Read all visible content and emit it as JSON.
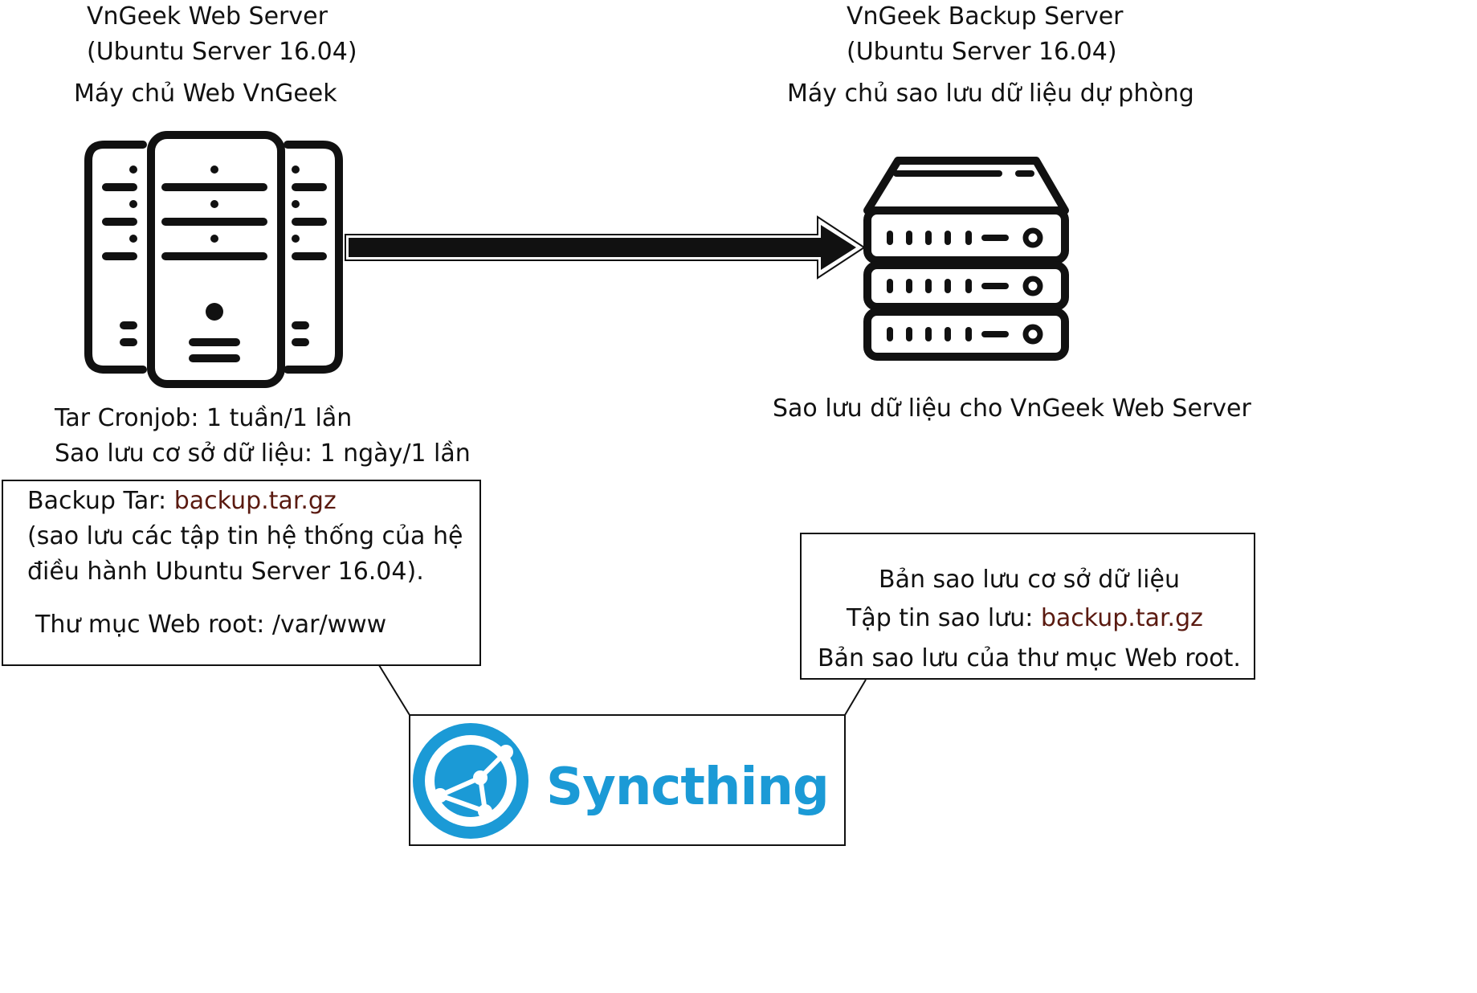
{
  "web_server": {
    "title": "VnGeek Web Server",
    "os": "(Ubuntu Server 16.04)",
    "subtitle": "Máy chủ Web VnGeek",
    "schedule_tar": "Tar Cronjob: 1 tuần/1 lần",
    "schedule_db": "Sao lưu cơ sở dữ liệu: 1 ngày/1 lần"
  },
  "backup_server": {
    "title": "VnGeek Backup Server",
    "os": "(Ubuntu Server 16.04)",
    "subtitle": "Máy chủ sao lưu dữ liệu dự phòng",
    "caption": "Sao lưu dữ liệu cho VnGeek Web Server"
  },
  "left_box": {
    "backup_label": "Backup Tar: ",
    "backup_file": "backup.tar.gz",
    "line2": "(sao lưu các tập tin hệ thống của hệ",
    "line3": "điều hành Ubuntu Server 16.04).",
    "line4": "Thư mục Web root: /var/www"
  },
  "right_box": {
    "line1": "Bản sao lưu cơ sở dữ liệu",
    "file_label": "Tập tin sao lưu:  ",
    "file_name": "backup.tar.gz",
    "line3": "Bản sao lưu của thư mục Web root."
  },
  "sync_logo": {
    "text": "Syncthing",
    "icon": "syncthing-logo-icon",
    "color": "#1b9ad6"
  },
  "colors": {
    "accent_text": "#5a1a10",
    "ink": "#111111"
  }
}
